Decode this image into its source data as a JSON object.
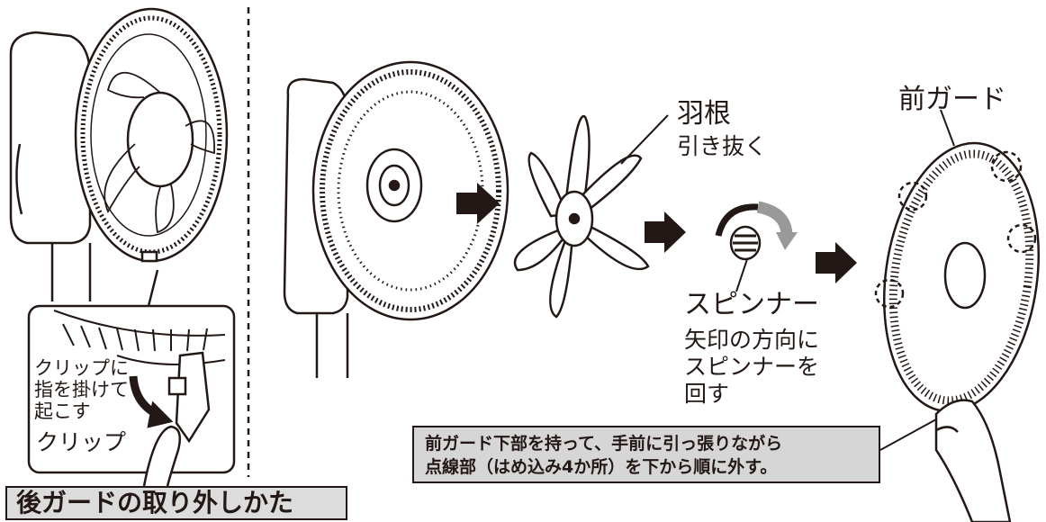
{
  "labels": {
    "blade": "羽根",
    "blade_action": "引き抜く",
    "front_guard": "前ガード",
    "spinner": "スピンナー",
    "spinner_action_1": "矢印の方向に",
    "spinner_action_2": "スピンナーを",
    "spinner_action_3": "回す",
    "clip_action_1": "クリップに",
    "clip_action_2": "指を掛けて",
    "clip_action_3": "起こす",
    "clip": "クリップ"
  },
  "note": {
    "line1": "前ガード下部を持って、手前に引っ張りながら",
    "line2": "点線部（はめ込み4か所）を下から順に外す。"
  },
  "title": "後ガードの取り外しかた",
  "colors": {
    "ink": "#231815",
    "note_bg": "#d6d6d6",
    "arrow_gray": "#999999"
  }
}
